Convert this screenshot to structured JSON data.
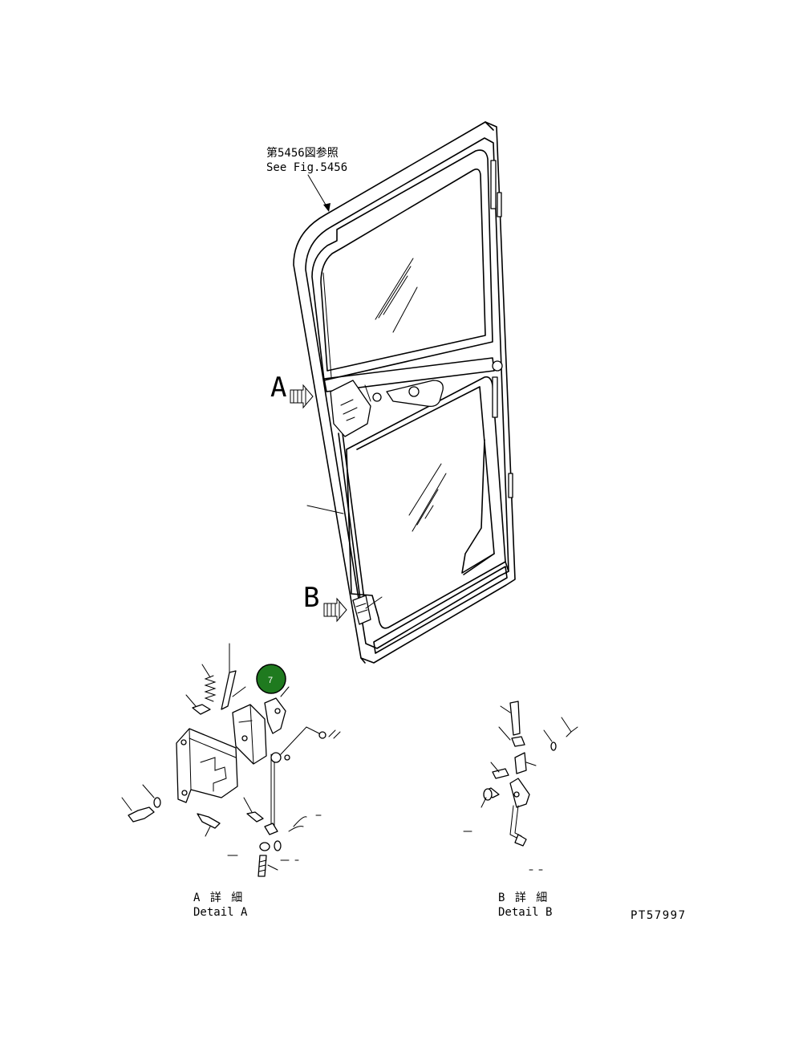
{
  "reference": {
    "jp": "第5456図参照",
    "en": "See Fig.5456"
  },
  "view_markers": {
    "a": "A",
    "b": "B"
  },
  "callout": {
    "number": "7",
    "color": "#1f7a1f"
  },
  "detail_a": {
    "jp": "A 詳 細",
    "en": "Detail A"
  },
  "detail_b": {
    "jp": "B 詳 細",
    "en": "Detail B"
  },
  "drawing_code": "PT57997"
}
